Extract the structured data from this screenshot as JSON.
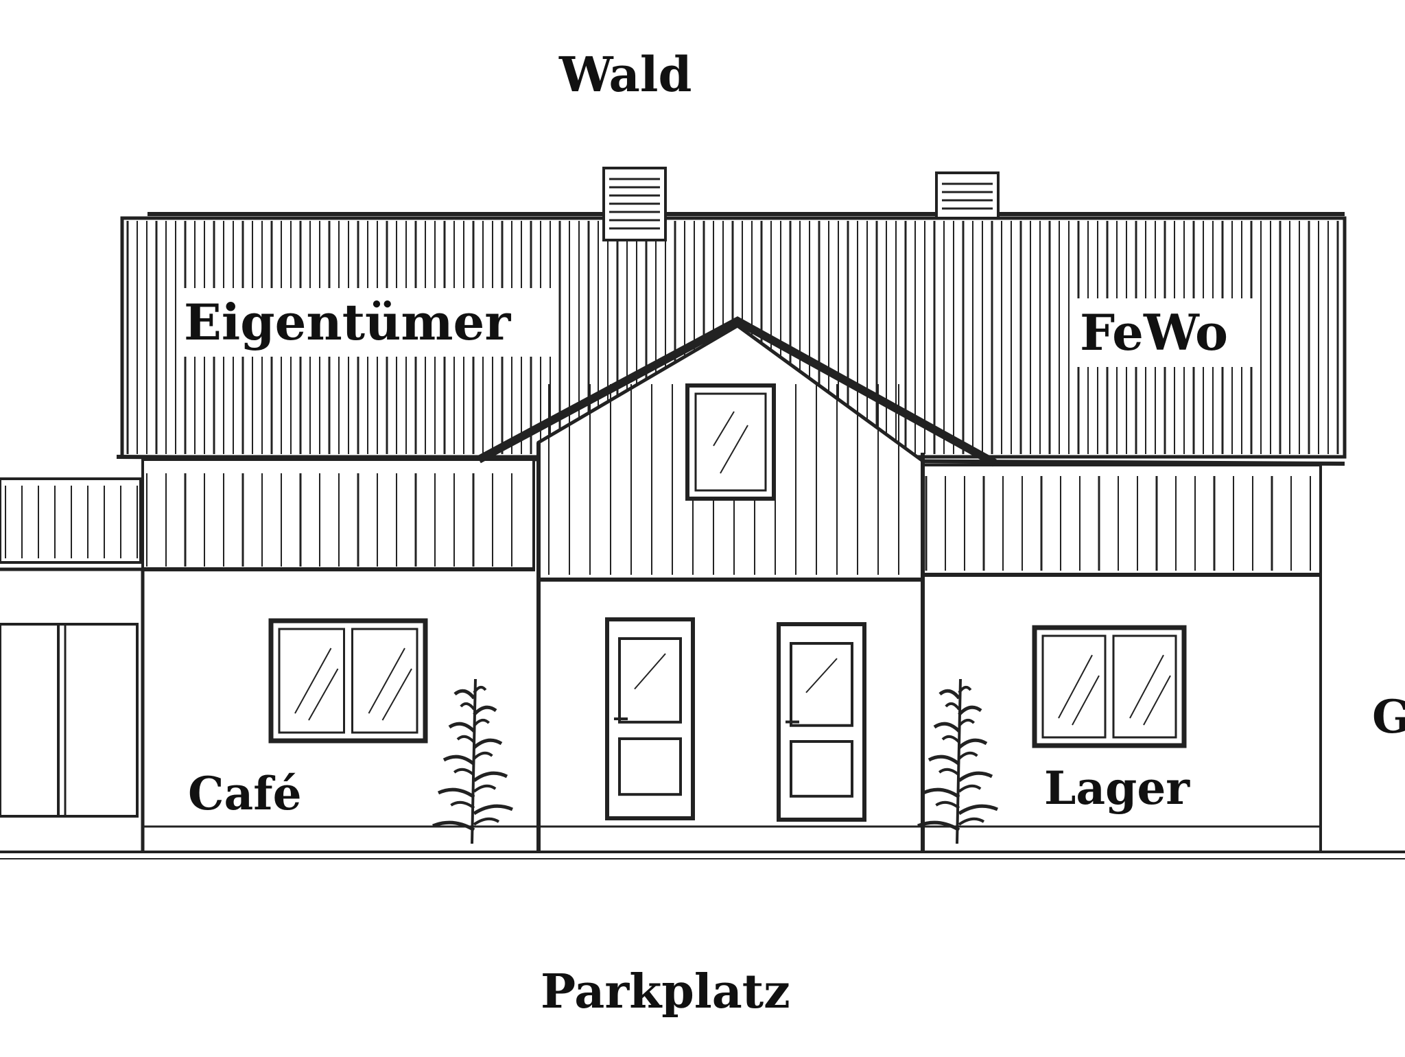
{
  "labels": {
    "top": "Wald",
    "owner": "Eigentümer",
    "holiday_flat": "FeWo",
    "cafe": "Café",
    "storage": "Lager",
    "side_partial": "G",
    "bottom": "Parkplatz"
  },
  "colors": {
    "ink": "#222222",
    "background": "#ffffff"
  }
}
